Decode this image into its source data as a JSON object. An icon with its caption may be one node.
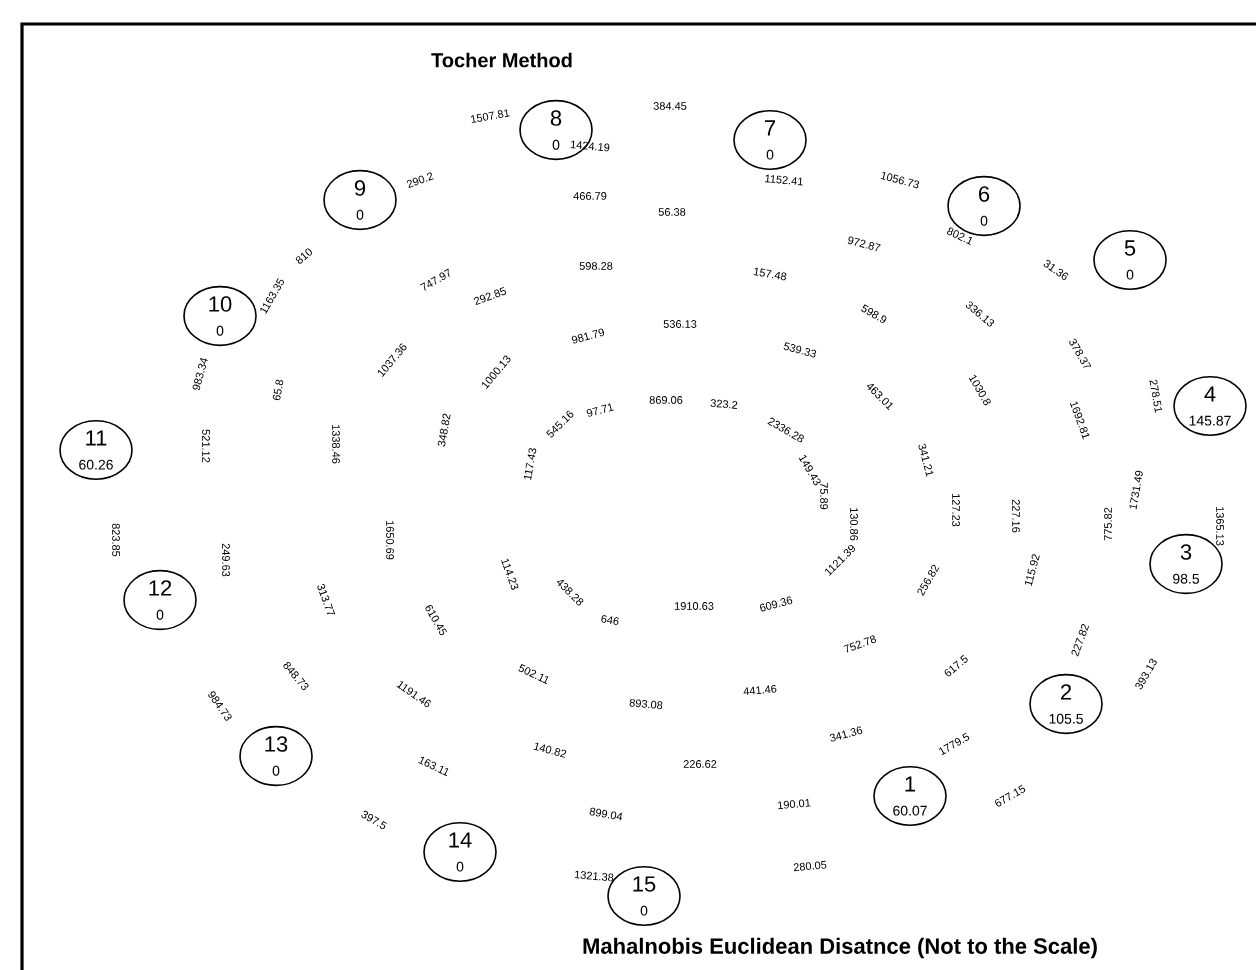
{
  "diagram": {
    "title": "Tocher Method",
    "caption": "Mahalnobis Euclidean Disatnce (Not to the Scale)",
    "nodes": [
      {
        "text": [
          "8",
          "0"
        ]
      },
      {
        "text": [
          "7",
          "0"
        ]
      },
      {
        "text": [
          "9",
          "0"
        ]
      },
      {
        "text": [
          "6",
          "0"
        ]
      },
      {
        "text": [
          "10",
          "0"
        ]
      },
      {
        "text": [
          "5",
          "0"
        ]
      },
      {
        "text": [
          "11",
          "60.26"
        ]
      },
      {
        "text": [
          "4",
          "145.87"
        ]
      },
      {
        "text": [
          "12",
          "0"
        ]
      },
      {
        "text": [
          "3",
          "98.5"
        ]
      },
      {
        "text": [
          "13",
          "0"
        ]
      },
      {
        "text": [
          "2",
          "105.5"
        ]
      },
      {
        "text": [
          "14",
          "0"
        ]
      },
      {
        "text": [
          "1",
          "60.07"
        ]
      },
      {
        "text": [
          "15",
          "0"
        ]
      }
    ],
    "labels": [
      "1507.81",
      "384.45",
      "1424.19",
      "290.2",
      "1152.41",
      "1056.73",
      "466.79",
      "56.38",
      "810",
      "972.87",
      "802.1",
      "747.97",
      "598.28",
      "157.48",
      "31.36",
      "1163.35",
      "292.85",
      "536.13",
      "598.9",
      "336.13",
      "981.79",
      "539.33",
      "378.37",
      "983.34",
      "1037.36",
      "1000.13",
      "65.8",
      "869.06",
      "463.01",
      "1030.8",
      "278.51",
      "348.82",
      "545.16",
      "97.71",
      "323.2",
      "2336.28",
      "1692.81",
      "521.12",
      "1338.46",
      "117.43",
      "149.43",
      "341.21",
      "823.85",
      "249.63",
      "1650.69",
      "75.89",
      "130.86",
      "127.23",
      "227.16",
      "775.82",
      "1731.49",
      "1365.13",
      "114.23",
      "1121.39",
      "256.82",
      "115.92",
      "313.77",
      "610.45",
      "438.28",
      "646",
      "1910.63",
      "609.36",
      "752.78",
      "227.82",
      "848.73",
      "502.11",
      "617.5",
      "393.13",
      "984.73",
      "1191.46",
      "893.08",
      "441.46",
      "140.82",
      "341.36",
      "1779.5",
      "163.11",
      "226.62",
      "397.5",
      "899.04",
      "190.01",
      "677.15",
      "1321.38",
      "280.05"
    ]
  }
}
